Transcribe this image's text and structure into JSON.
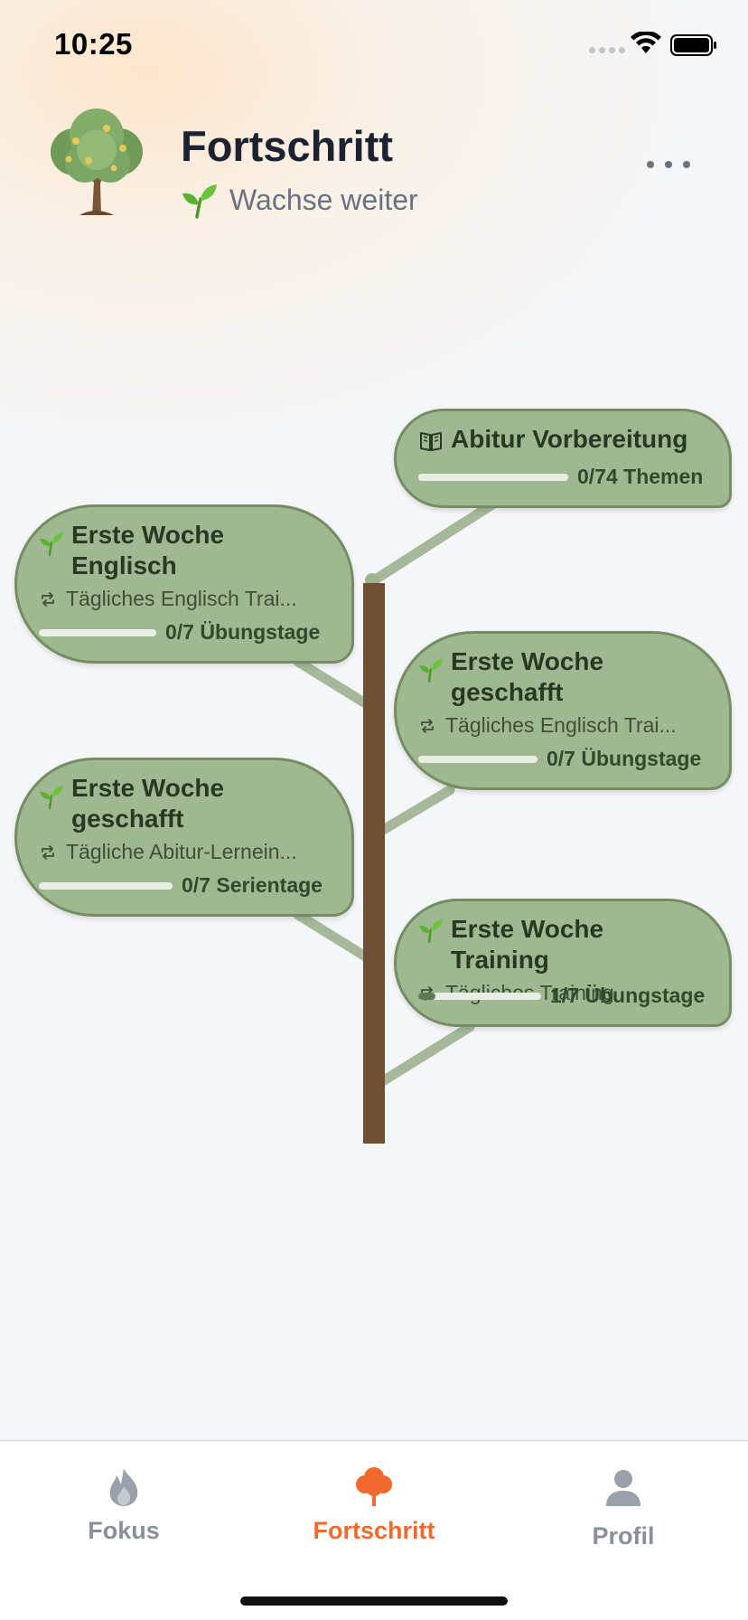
{
  "status_bar": {
    "time": "10:25"
  },
  "header": {
    "title": "Fortschritt",
    "subtitle": "Wachse weiter"
  },
  "goals": [
    {
      "title": "Abitur Vorbereitung",
      "icon": "book-icon",
      "progress_text": "0/74 Themen",
      "progress": 0.0
    },
    {
      "title": "Erste Woche Englisch",
      "icon": "sprout-icon",
      "habit": "Tägliches Englisch Trai...",
      "progress_text": "0/7 Übungstage",
      "progress": 0.0
    },
    {
      "title": "Erste Woche geschafft",
      "icon": "sprout-icon",
      "habit": "Tägliches Englisch Trai...",
      "progress_text": "0/7 Übungstage",
      "progress": 0.0
    },
    {
      "title": "Erste Woche geschafft",
      "icon": "sprout-icon",
      "habit": "Tägliche Abitur-Lernein...",
      "progress_text": "0/7 Serientage",
      "progress": 0.0
    },
    {
      "title": "Erste Woche Training",
      "icon": "sprout-icon",
      "habit": "Tägliches Training",
      "progress_text": "1/7 Übungstage",
      "progress": 0.143
    }
  ],
  "tabs": [
    {
      "label": "Fokus",
      "icon": "flame-icon",
      "active": false
    },
    {
      "label": "Fortschritt",
      "icon": "tree-icon",
      "active": true
    },
    {
      "label": "Profil",
      "icon": "person-icon",
      "active": false
    }
  ],
  "colors": {
    "accent": "#f06a2f",
    "card": "#a0b892",
    "trunk": "#6e4f34"
  }
}
